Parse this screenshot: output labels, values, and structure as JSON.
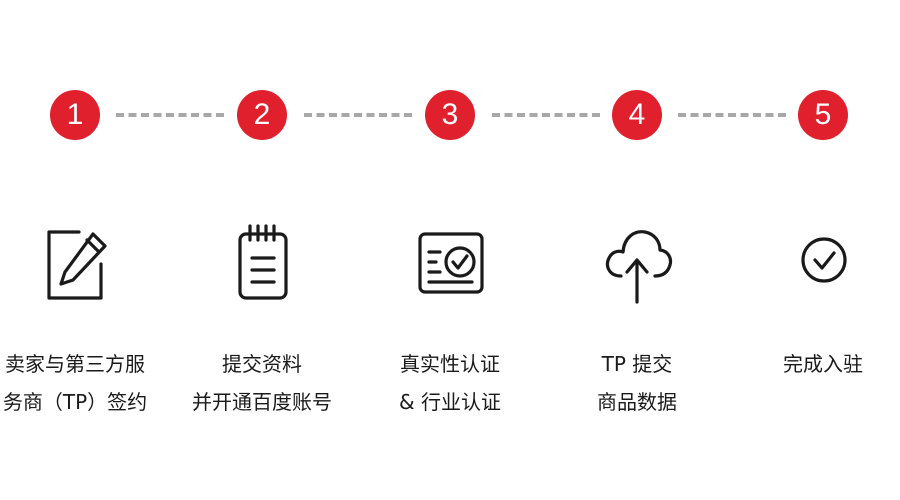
{
  "accent_color": "#e0202d",
  "connector_color": "#a8a8a8",
  "steps": [
    {
      "number": "1",
      "icon": "edit-pencil-icon",
      "label_lines": [
        "卖家与第三方服",
        "务商（TP）签约"
      ]
    },
    {
      "number": "2",
      "icon": "notepad-list-icon",
      "label_lines": [
        "提交资料",
        "并开通百度账号"
      ]
    },
    {
      "number": "3",
      "icon": "certificate-check-icon",
      "label_lines": [
        "真实性认证",
        "& 行业认证"
      ]
    },
    {
      "number": "4",
      "icon": "cloud-upload-icon",
      "label_lines": [
        "TP 提交",
        "商品数据"
      ]
    },
    {
      "number": "5",
      "icon": "check-circle-icon",
      "label_lines": [
        "完成入驻"
      ]
    }
  ]
}
